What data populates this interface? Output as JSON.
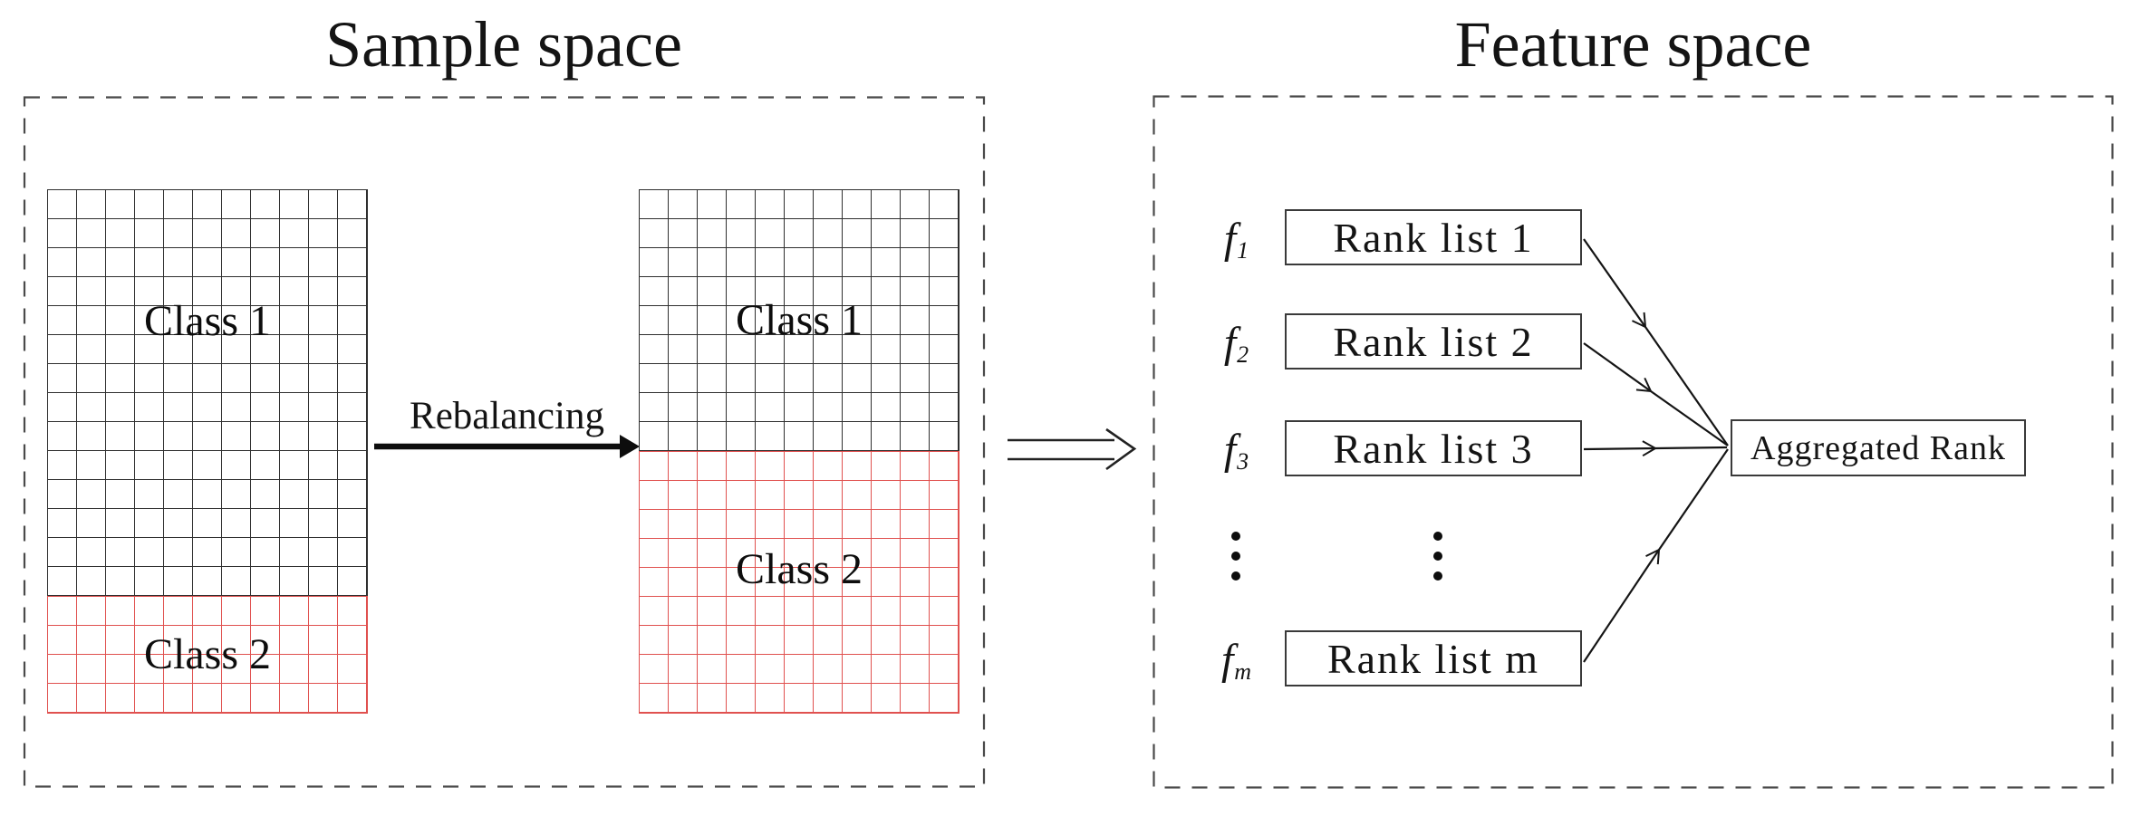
{
  "titles": {
    "sample_space": "Sample space",
    "feature_space": "Feature space"
  },
  "colors": {
    "background": "#ffffff",
    "class1_grid": "#2f2f2f",
    "class2_grid": "#e0514f",
    "dashed_border": "#4a4a4a",
    "line": "#151515",
    "box_border": "#3a3a3a"
  },
  "sample_space": {
    "transform_label": "Rebalancing",
    "before": {
      "class1": {
        "label": "Class 1",
        "cols": 11,
        "rows": 14,
        "color": "#2f2f2f"
      },
      "class2": {
        "label": "Class 2",
        "cols": 11,
        "rows": 4,
        "color": "#e0514f"
      }
    },
    "after": {
      "class1": {
        "label": "Class 1",
        "cols": 11,
        "rows": 9,
        "color": "#2f2f2f"
      },
      "class2": {
        "label": "Class 2",
        "cols": 11,
        "rows": 9,
        "color": "#e0514f"
      }
    }
  },
  "feature_space": {
    "features": [
      {
        "symbol": "f",
        "subscript": "1",
        "rank_label": "Rank list 1"
      },
      {
        "symbol": "f",
        "subscript": "2",
        "rank_label": "Rank list 2"
      },
      {
        "symbol": "f",
        "subscript": "3",
        "rank_label": "Rank list 3"
      },
      {
        "symbol": "f",
        "subscript": "m",
        "rank_label": "Rank list m"
      }
    ],
    "aggregated_label": "Aggregated Rank"
  }
}
